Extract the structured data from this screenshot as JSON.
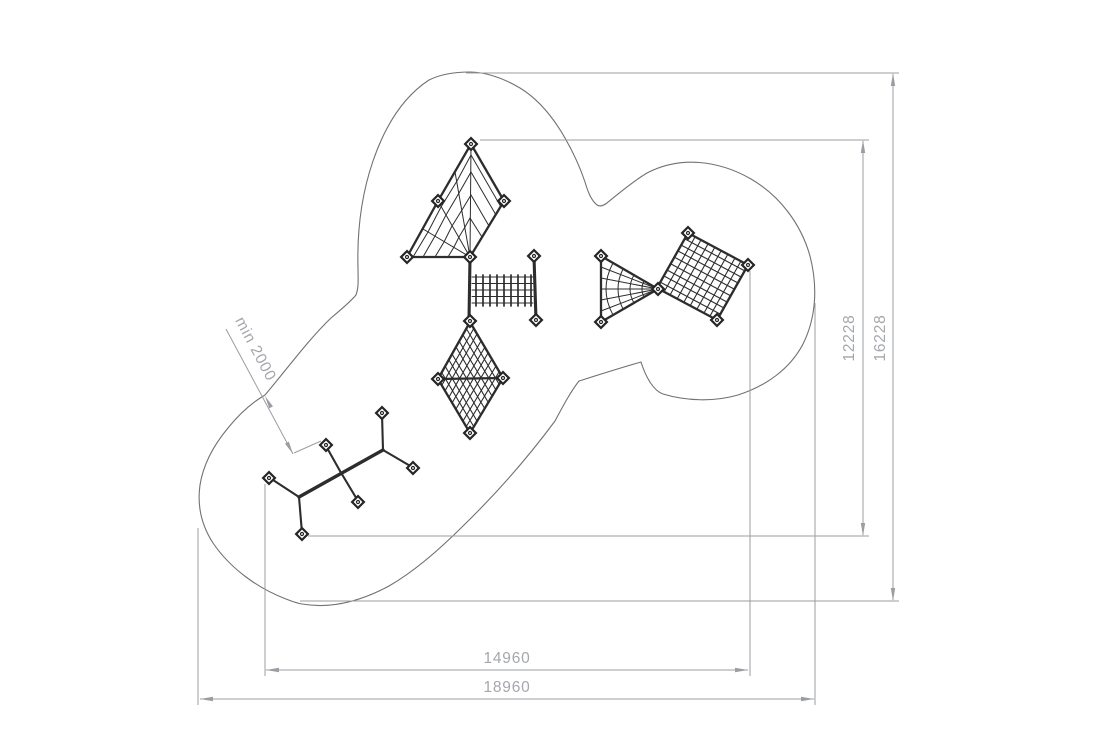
{
  "drawing": {
    "background": "#ffffff",
    "colors": {
      "dimension_lines": "#9a9da1",
      "labels": "#a4a7ac",
      "structures": "#2d2d2d",
      "safety_boundary": "#717171"
    },
    "dimensions": {
      "min_clearance": {
        "label": "min 2000"
      },
      "height_inner": {
        "label": "12228"
      },
      "height_outer": {
        "label": "16228"
      },
      "width_inner": {
        "label": "14960"
      },
      "width_outer": {
        "label": "18960"
      }
    }
  }
}
